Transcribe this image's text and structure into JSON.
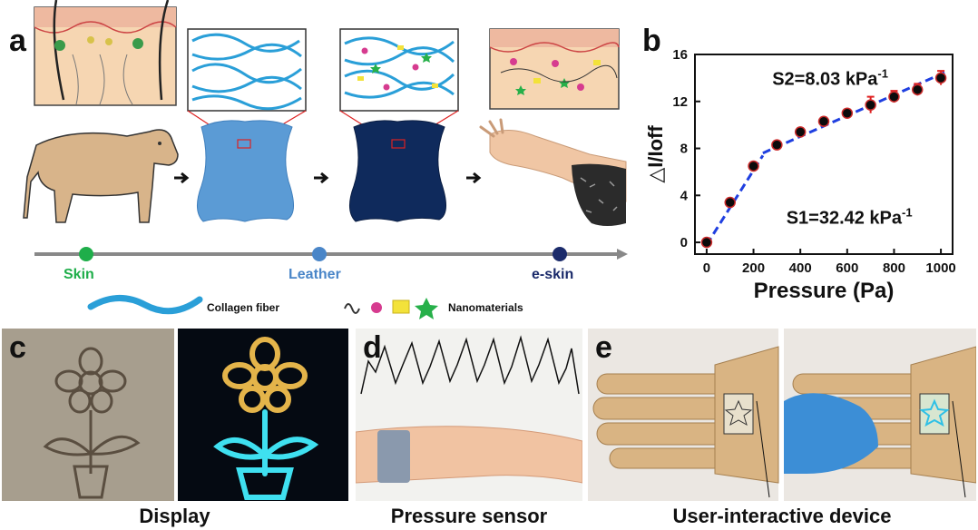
{
  "panels": {
    "a": "a",
    "b": "b",
    "c": "c",
    "d": "d",
    "e": "e"
  },
  "timeline": [
    {
      "label": "Skin",
      "color": "#1fae4a"
    },
    {
      "label": "Leather",
      "color": "#4a86c8"
    },
    {
      "label": "e-skin",
      "color": "#1b2b6b"
    }
  ],
  "legend": {
    "fiber": "Collagen fiber",
    "nano": "Nanomaterials"
  },
  "captions": {
    "display": "Display",
    "sensor": "Pressure sensor",
    "device": "User-interactive device"
  },
  "colors": {
    "skin_timeline": "#1fae4a",
    "leather_light": "#5b9bd5",
    "leather_dark": "#0f2a5c",
    "fiber": "#2a9fd8",
    "fit_line": "#1f3fe0",
    "errorbar": "#e02020"
  },
  "chart_data": {
    "type": "scatter",
    "xlabel": "Pressure (Pa)",
    "ylabel": "△I/Ioff",
    "xlim": [
      -50,
      1050
    ],
    "ylim": [
      -1,
      16
    ],
    "xticks": [
      0,
      200,
      400,
      600,
      800,
      1000
    ],
    "yticks": [
      0,
      4,
      8,
      12,
      16
    ],
    "grid": false,
    "points": [
      {
        "x": 0,
        "y": 0.0,
        "err": 0.1
      },
      {
        "x": 100,
        "y": 3.4,
        "err": 0.15
      },
      {
        "x": 200,
        "y": 6.5,
        "err": 0.25
      },
      {
        "x": 300,
        "y": 8.3,
        "err": 0.25
      },
      {
        "x": 400,
        "y": 9.4,
        "err": 0.3
      },
      {
        "x": 500,
        "y": 10.3,
        "err": 0.3
      },
      {
        "x": 600,
        "y": 11.0,
        "err": 0.3
      },
      {
        "x": 700,
        "y": 11.7,
        "err": 0.7
      },
      {
        "x": 800,
        "y": 12.4,
        "err": 0.5
      },
      {
        "x": 900,
        "y": 13.0,
        "err": 0.5
      },
      {
        "x": 1000,
        "y": 14.0,
        "err": 0.6
      }
    ],
    "fit_segments": [
      {
        "x": [
          0,
          240
        ],
        "y": [
          -0.2,
          7.4
        ]
      },
      {
        "x": [
          240,
          1020
        ],
        "y": [
          7.6,
          14.5
        ]
      }
    ],
    "annotations": [
      {
        "text": "S2=8.03 kPa",
        "sup": "-1",
        "x": 280,
        "y": 13.4
      },
      {
        "text": "S1=32.42 kPa",
        "sup": "-1",
        "x": 340,
        "y": 1.6
      }
    ]
  }
}
